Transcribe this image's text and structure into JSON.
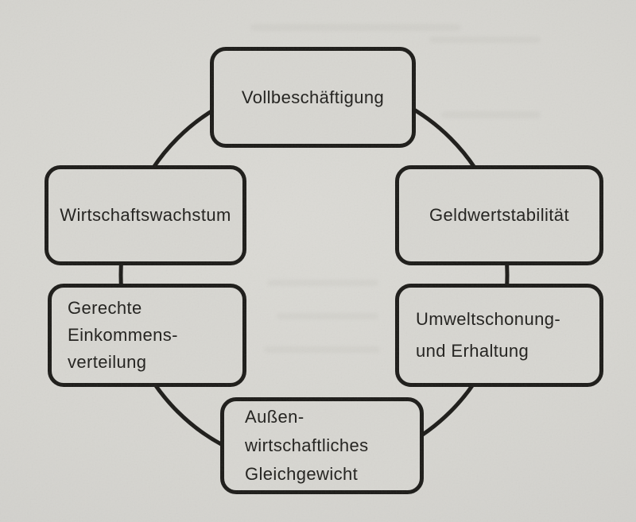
{
  "diagram": {
    "type": "cycle-diagram",
    "nodes": [
      {
        "id": "vollbeschaeftigung",
        "label": "Vollbeschäftigung",
        "lines": [
          "Vollbeschäftigung"
        ]
      },
      {
        "id": "geldwertstabilitaet",
        "label": "Geldwertstabilität",
        "lines": [
          "Geldwertstabilität"
        ]
      },
      {
        "id": "umweltschonung-und-erhaltung",
        "label": "Umweltschonung- und Erhaltung",
        "lines": [
          "Umweltschonung-",
          "und Erhaltung"
        ]
      },
      {
        "id": "aussenwirtschaftliches-gleichgewicht",
        "label": "Außen­wirtschaftliches Gleichgewicht",
        "lines": [
          "Außen-",
          "wirtschaftliches",
          "Gleichgewicht"
        ]
      },
      {
        "id": "gerechte-einkommensverteilung",
        "label": "Gerechte Einkommens­verteilung",
        "lines": [
          "Gerechte",
          "Einkommens-",
          "verteilung"
        ]
      },
      {
        "id": "wirtschaftswachstum",
        "label": "Wirtschaftswachstum",
        "lines": [
          "Wirtschaftswachstum"
        ]
      }
    ],
    "colors": {
      "paper": "#d6d5d0",
      "ink": "#1c1b18",
      "text": "#21201d"
    }
  }
}
